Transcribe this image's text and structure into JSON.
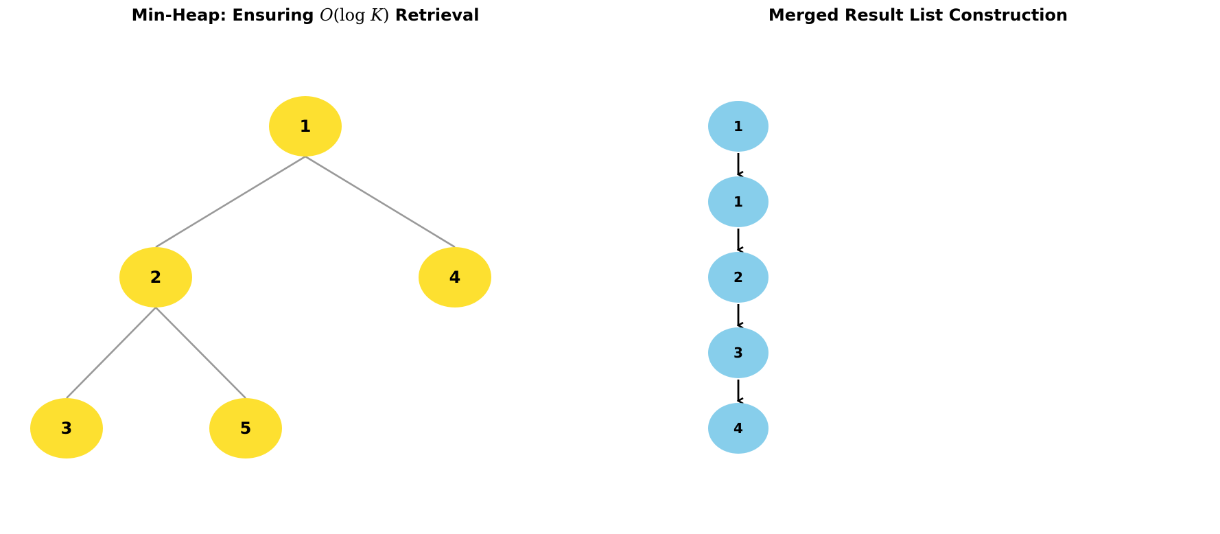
{
  "colors": {
    "heap_node": "#FDE030",
    "list_node": "#87CEEB",
    "heap_edge": "#999999",
    "list_arrow": "#000000",
    "text": "#000000"
  },
  "heap_panel": {
    "title_prefix": "Min-Heap: Ensuring ",
    "title_math_O": "O",
    "title_math_open": "(log ",
    "title_math_K": "K",
    "title_math_close": ")",
    "title_suffix": " Retrieval",
    "nodes": [
      "1",
      "2",
      "4",
      "3",
      "5"
    ],
    "edges": [
      [
        0,
        1
      ],
      [
        0,
        2
      ],
      [
        1,
        3
      ],
      [
        1,
        4
      ]
    ]
  },
  "list_panel": {
    "title": "Merged Result List Construction",
    "nodes": [
      "1",
      "1",
      "2",
      "3",
      "4"
    ]
  }
}
